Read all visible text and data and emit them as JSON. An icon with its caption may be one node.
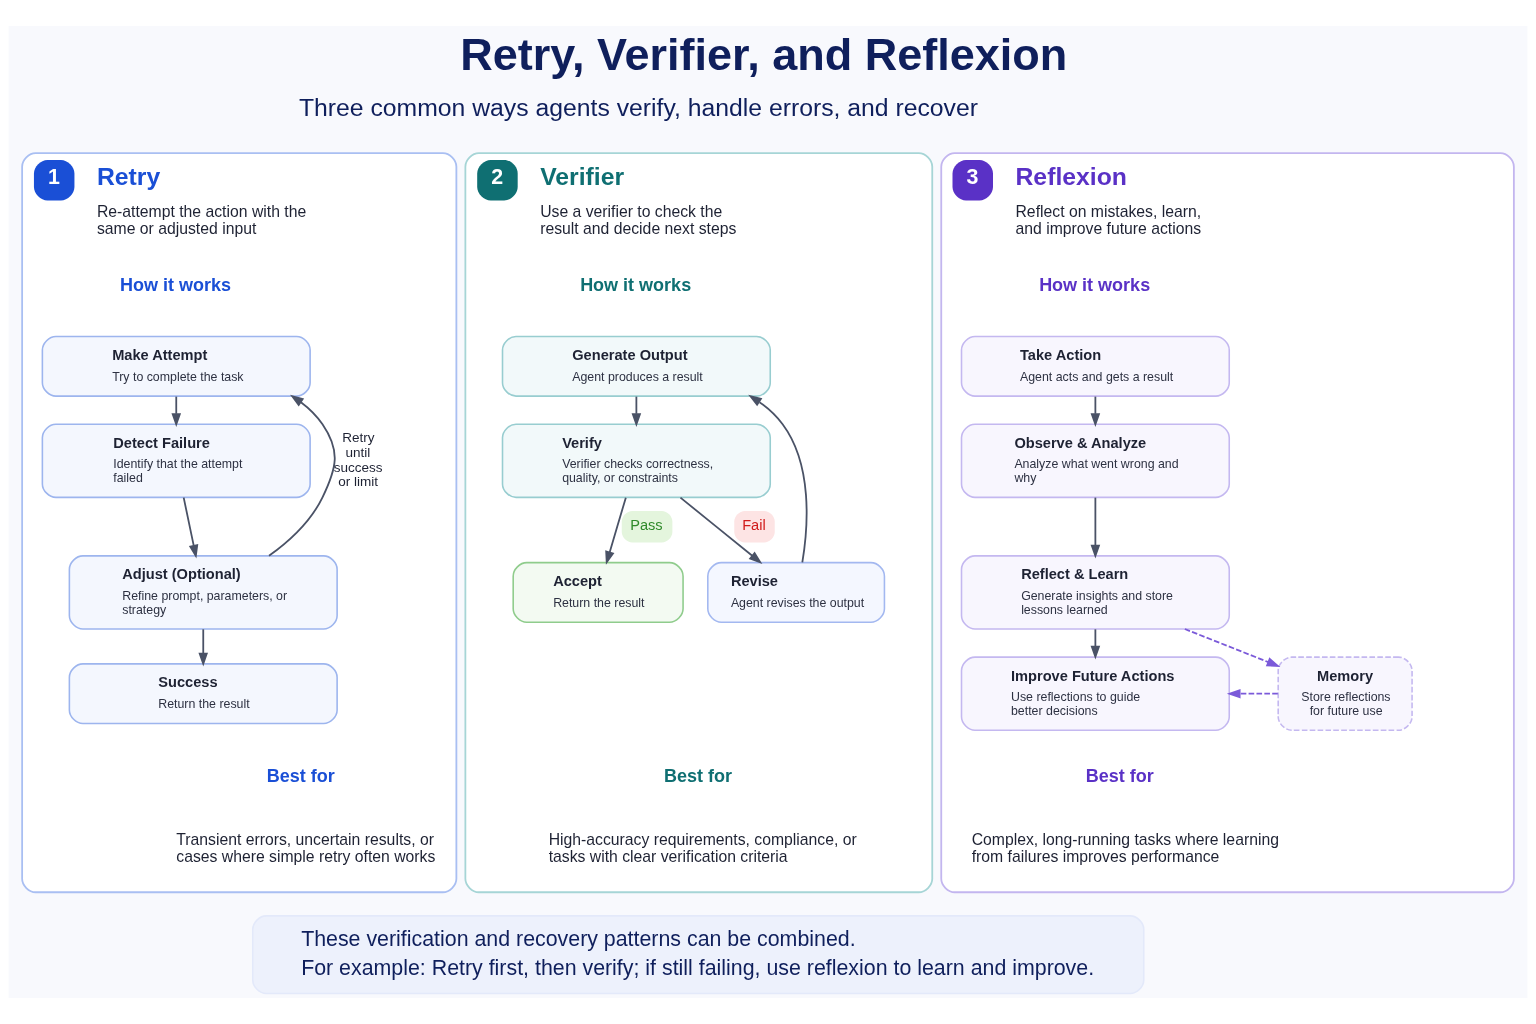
{
  "diagram": {
    "title": "Retry, Verifier, and Reflexion",
    "nodes": [
      {
        "text": [
          "1",
          "Retry",
          "Re-attempt the action with the same or adjusted input"
        ]
      },
      {
        "text": [
          "Make Attempt",
          "Try to complete the task"
        ],
        "in": 0
      },
      {
        "text": [
          "Detect Failure",
          "Identify that the attempt failed"
        ],
        "in": 0
      },
      {
        "text": [
          "Adjust (Optional)",
          "Refine prompt, parameters, or strategy"
        ],
        "in": 0
      },
      {
        "text": [
          "Success",
          "Return the result"
        ],
        "in": 0
      },
      {
        "text": [
          "2",
          "Verifier",
          "Use a verifier to check the result and decide next steps"
        ]
      },
      {
        "text": [
          "Generate Output",
          "Agent produces a result"
        ],
        "in": 5
      },
      {
        "text": [
          "Verify",
          "Verifier checks correctness, quality, or constraints"
        ],
        "in": 5
      },
      {
        "text": [
          "Accept",
          "Return the result"
        ],
        "in": 5
      },
      {
        "text": [
          "Revise",
          "Agent revises the output"
        ],
        "in": 5
      },
      {
        "text": [
          "3",
          "Reflexion",
          "Reflect on mistakes, learn, and improve future actions"
        ]
      },
      {
        "text": [
          "Take Action",
          "Agent acts and gets a result"
        ],
        "in": 10
      },
      {
        "text": [
          "Observe & Analyze",
          "Analyze what went wrong and why"
        ],
        "in": 10
      },
      {
        "text": [
          "Reflect & Learn",
          "Generate insights and store lessons learned"
        ],
        "in": 10
      },
      {
        "text": [
          "Improve Future Actions",
          "Use reflections to guide better decisions"
        ],
        "in": 10
      },
      {
        "text": [
          "Memory",
          "Store reflections for future use"
        ],
        "in": 10
      },
      {
        "text": [
          "These verification and recovery patterns can be combined.",
          "For example: Retry first, then verify; if still failing, use reflexion to learn and improve."
        ]
      }
    ],
    "edges": [
      {
        "from": 1,
        "to": 2,
        "arrow": "to"
      },
      {
        "from": 2,
        "to": 3,
        "arrow": "to"
      },
      {
        "from": 3,
        "to": 4,
        "arrow": "to"
      },
      {
        "from": 3,
        "to": 1,
        "arrow": "to",
        "label": "Retry until success or limit"
      },
      {
        "from": 6,
        "to": 7,
        "arrow": "to"
      },
      {
        "from": 7,
        "to": 8,
        "arrow": "to",
        "label": "Pass"
      },
      {
        "from": 7,
        "to": 9,
        "arrow": "to",
        "label": "Fail"
      },
      {
        "from": 9,
        "to": 6,
        "arrow": "to"
      },
      {
        "from": 11,
        "to": 12,
        "arrow": "to"
      },
      {
        "from": 12,
        "to": 13,
        "arrow": "to"
      },
      {
        "from": 13,
        "to": 14,
        "arrow": "to"
      },
      {
        "from": 13,
        "to": 15,
        "arrow": "to",
        "style": "dashed",
        "color": "#7b5ad9"
      },
      {
        "from": 15,
        "to": 14,
        "arrow": "to",
        "style": "dashed",
        "color": "#7b5ad9"
      }
    ],
    "labels": [
      "Three common ways agents verify, handle errors, and recover",
      "How it works",
      "Best for",
      "Transient errors, uncertain results, or cases where simple retry often works",
      "How it works",
      "Best for",
      "High-accuracy requirements, compliance, or tasks with clear verification criteria",
      "How it works",
      "Best for",
      "Complex, long-running tasks where learning from failures improves performance"
    ]
  }
}
